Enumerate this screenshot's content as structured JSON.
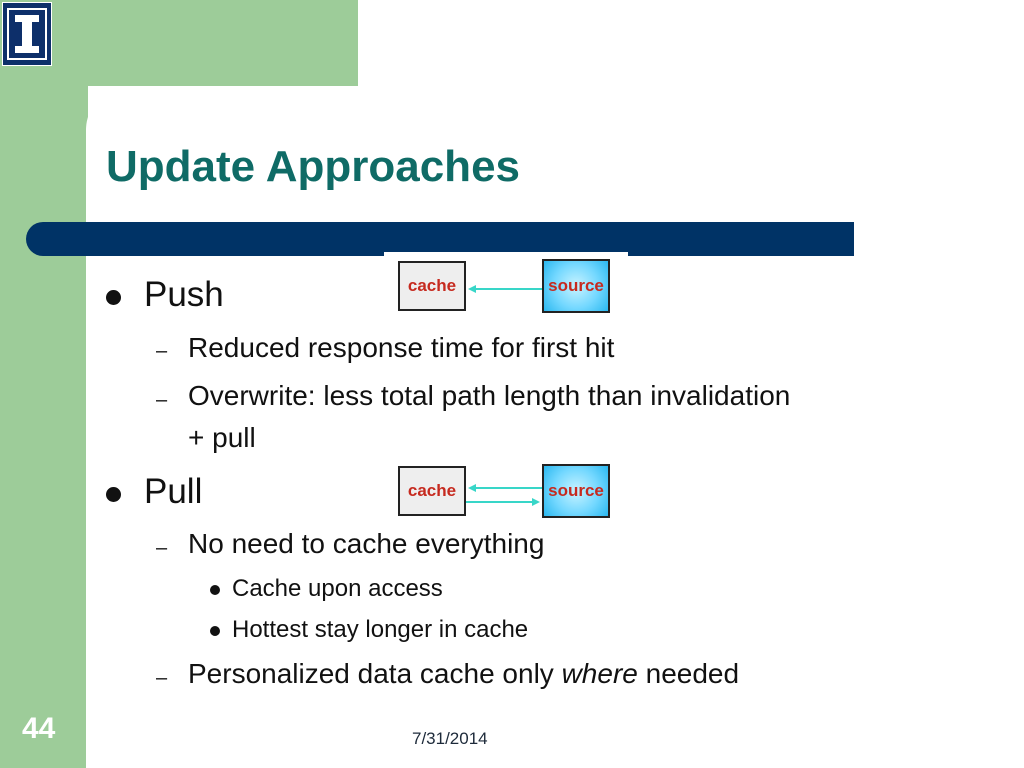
{
  "slide": {
    "title": "Update Approaches",
    "slide_number": "44",
    "date": "7/31/2014"
  },
  "logo": {
    "glyph": "I",
    "name": "university-logo"
  },
  "bullets": {
    "push": {
      "label": "Push",
      "points": [
        "Reduced response time for first hit",
        "Overwrite: less total path length than invalidation",
        "+ pull"
      ]
    },
    "pull": {
      "label": "Pull",
      "points": [
        "No need to cache everything",
        "Personalized data cache only ",
        "where",
        " needed"
      ],
      "subpoints": [
        "Cache upon access",
        "Hottest stay longer in cache"
      ]
    }
  },
  "diagrams": {
    "push": {
      "cache_label": "cache",
      "source_label": "source"
    },
    "pull": {
      "cache_label": "cache",
      "source_label": "source"
    }
  },
  "colors": {
    "title": "#0f6b66",
    "green_band": "#9dcc99",
    "title_bar": "#003366",
    "box_label": "#c62a1f",
    "arrow": "#38d6c8"
  }
}
